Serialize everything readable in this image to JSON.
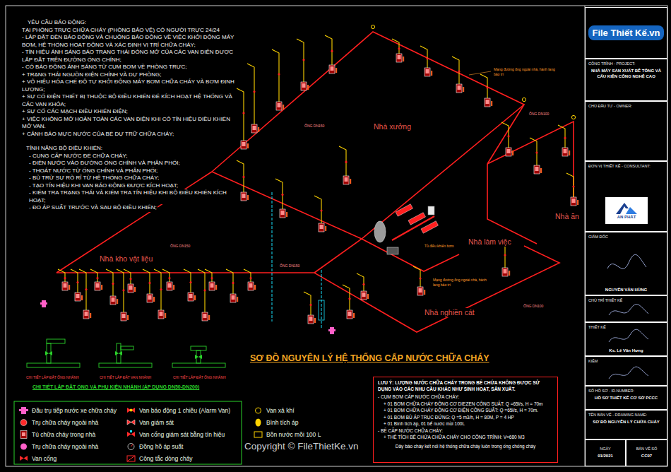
{
  "diagram": {
    "title": "SƠ ĐỒ NGUYÊN LÝ HỆ THỐNG CẤP NƯỚC CHỮA CHÁY",
    "nodes": [
      {
        "text": [
          "File Thiết Kế.vn"
        ]
      },
      {
        "text": [
          "CÔNG TRÌNH - PROJECT:",
          "NHÀ MÁY SẢN XUẤT BÊ TÔNG VÀ CẤU KIỆN CÔNG NGHỆ CAO"
        ]
      },
      {
        "text": [
          "CHỦ ĐẦU TƯ - OWNER:"
        ]
      },
      {
        "text": [
          "ĐƠN VỊ THIẾT KẾ - CONSULTANT:"
        ]
      },
      {
        "text": [
          "AN PHÁT"
        ],
        "in": 3
      },
      {
        "text": [
          "GIÁM ĐỐC",
          "NGUYỄN VĂN HÙNG"
        ]
      },
      {
        "text": [
          "CHỦ TRÌ THIẾT KẾ"
        ]
      },
      {
        "text": [
          "THIẾT KẾ",
          "Ks. Lê Văn Hưng"
        ]
      },
      {
        "text": [
          "KIỂM"
        ]
      },
      {
        "text": [
          "SỐ HỒ SƠ - ID.NUMBER:",
          "HỒ SƠ THIẾT KẾ CƠ SỞ PCCC"
        ]
      },
      {
        "text": [
          "TÊN BẢN VẼ - DRAWING NAME:",
          "SƠ ĐỒ NGUYÊN LÝ CHỮA CHÁY"
        ]
      },
      {
        "text": [
          "NGÀY",
          "01/2021"
        ]
      },
      {
        "text": [
          "BẢN VẼ SỐ",
          "CC07"
        ]
      },
      {
        "text": [
          "LƯU Ý: LƯỢNG NƯỚC CHỮA CHÁY TRONG BỂ CHỨA KHÔNG ĐƯỢC SỬ DỤNG VÀO CÁC NHU CẦU KHÁC NHƯ SINH HOẠT, SẢN XUẤT.",
          "- CỤM BƠM CẤP NƯỚC CHỮA CHÁY:",
          "+ 01 BƠM CHỮA CHÁY ĐỘNG CƠ DIEZEN CÔNG SUẤT: Q =65l/s, H = 70m",
          "+ 01 BƠM CHỮA CHÁY ĐỘNG CƠ ĐIỆN CÔNG SUẤT: Q =65l/s, H = 70m.",
          "+ 01 BƠM BÙ ÁP TRỤC ĐỨNG: Q =5 m3/h, H = 80M, P = 4 HP",
          "+ 01 Bình tích áp, 01 bể nước mồi 100L",
          "- BỂ CẤP NƯỚC CHỮA CHÁY:",
          "+ THỂ TÍCH BỂ CHỨA CHỮA CHÁY CHO CÔNG TRÌNH: V=680 M3",
          "Dây báo cháy kết nối hệ thống chữa cháy luôn trong ống chống cháy"
        ]
      }
    ],
    "labels": [
      "YÊU CẦU BÁO ĐỘNG:",
      "TẠI PHÒNG TRỰC CHỮA CHÁY (PHÒNG BẢO VỆ) CÓ NGƯỜI TRỰC 24/24",
      "- LẮP ĐẶT ĐÈN BÁO ĐỘNG VÀ CHUÔNG BÁO ĐỘNG VỀ VIỆC KHỞI ĐỘNG MÁY BƠM, HỆ THỐNG HOẠT ĐỘNG VÀ XÁC ĐỊNH VỊ TRÍ CHỮA CHÁY;",
      "- TÍN HIỆU ÁNH SÁNG BÁO TRẠNG THÁI ĐÓNG MỞ CỦA CÁC VAN ĐIỆN ĐƯỢC LẮP ĐẶT TRÊN ĐƯỜNG ỐNG CHÍNH;",
      "- CÓ BÁO ĐỘNG ÁNH SÁNG TỪ CỤM BƠM VỀ PHÒNG TRỰC;",
      "+ TRẠNG THÁI NGUỒN ĐIỆN CHÍNH VÀ DỰ PHÒNG;",
      "+ VÔ HIỆU HÓA CHẾ ĐỘ TỰ KHỞI ĐỘNG MÁY BƠM CHỮA CHÁY VÀ BƠM ĐỊNH LƯỢNG;",
      "+ SỰ CỐ ĐIỆN THIẾT BỊ THUỘC BỘ ĐIỀU KHIỂN ĐỂ KÍCH HOẠT HỆ THỐNG VÀ CÁC VAN KHÓA;",
      "+ SỰ CỐ CÁC MẠCH ĐIỀU KHIỂN ĐIỆN;",
      "+ VIỆC KHÔNG MỞ HOÀN TOÀN CÁC VAN ĐIỆN KHI CÓ TÍN HIỆU ĐIỀU KHIỂN MỞ VAN.",
      "+ CẢNH BÁO MỰC NƯỚC CỦA BỂ DỰ TRỮ CHỮA CHÁY;",
      "TÍNH NĂNG BỘ ĐIỀU KHIỂN:",
      "- CUNG CẤP NƯỚC ĐỂ CHỮA CHÁY;",
      "- ĐIỀN NƯỚC VÀO ĐƯỜNG ỐNG CHÍNH VÀ PHÂN PHỐI;",
      "- THOÁT NƯỚC TỪ ỐNG CHÍNH VÀ PHÂN PHỐI;",
      "- BÙ TRỪ SỰ RÒ RỈ TỪ HỆ THỐNG CHỮA CHÁY;",
      "- TẠO TÍN HIỆU KHI VAN BÁO ĐỘNG ĐƯỢC KÍCH HOẠT;",
      "- KIỂM TRA TRẠNG THÁI VÀ KIỂM TRA TÍN HIỆU KHI BỘ ĐIỀU KHIỂN KÍCH HOẠT;",
      "- ĐO ÁP SUẤT TRƯỚC VÀ SAU BỘ ĐIỀU KHIỂN;",
      "Nhà xưởng",
      "Nhà ăn",
      "Nhà làm việc",
      "Nhà kho vật liệu",
      "Nhà nghiền cát",
      "CHI TIẾT LẮP ĐẶT ỐNG NHÁNH",
      "CHI TIẾT LẮP ĐẶT VAN NHÁNH",
      "CHI TIẾT LẮP ĐẶT ỐNG NHÁNH",
      "CHI TIẾT LẮP ĐẶT ỐNG VÀ PHỤ KIỆN NHÁNH (ÁP DỤNG DN50-DN200)",
      "ỐNG DN150",
      "ỐNG DN150",
      "ỐNG DN150",
      "ỐNG DN100",
      "ỐNG DN100",
      "Mạng đường ống ngoài nhà, hành lang bảo trì",
      "Mạng đường ống ngoài nhà, hành lang bảo trì",
      "Tủ điều khiển bơm",
      "Copyright © FileThietKe.vn"
    ],
    "legend": [
      {
        "text": "Đầu trụ tiếp nước xe chữa cháy"
      },
      {
        "text": "Trụ chữa cháy ngoài nhà"
      },
      {
        "text": "Tủ chữa cháy trong nhà"
      },
      {
        "text": "Trụ chữa cháy ngoài nhà"
      },
      {
        "text": "Van cổng"
      },
      {
        "text": "Van báo động 1 chiều (Alarm Van)"
      },
      {
        "text": "Van giám sát"
      },
      {
        "text": "Van cổng giám sát bằng tín hiệu"
      },
      {
        "text": "Đồng hồ áp suất"
      },
      {
        "text": "Công tắc dòng chảy"
      },
      {
        "text": "Van xả khí"
      },
      {
        "text": "Bình tích áp"
      },
      {
        "text": "Bồn nước mồi 100 L"
      }
    ]
  }
}
